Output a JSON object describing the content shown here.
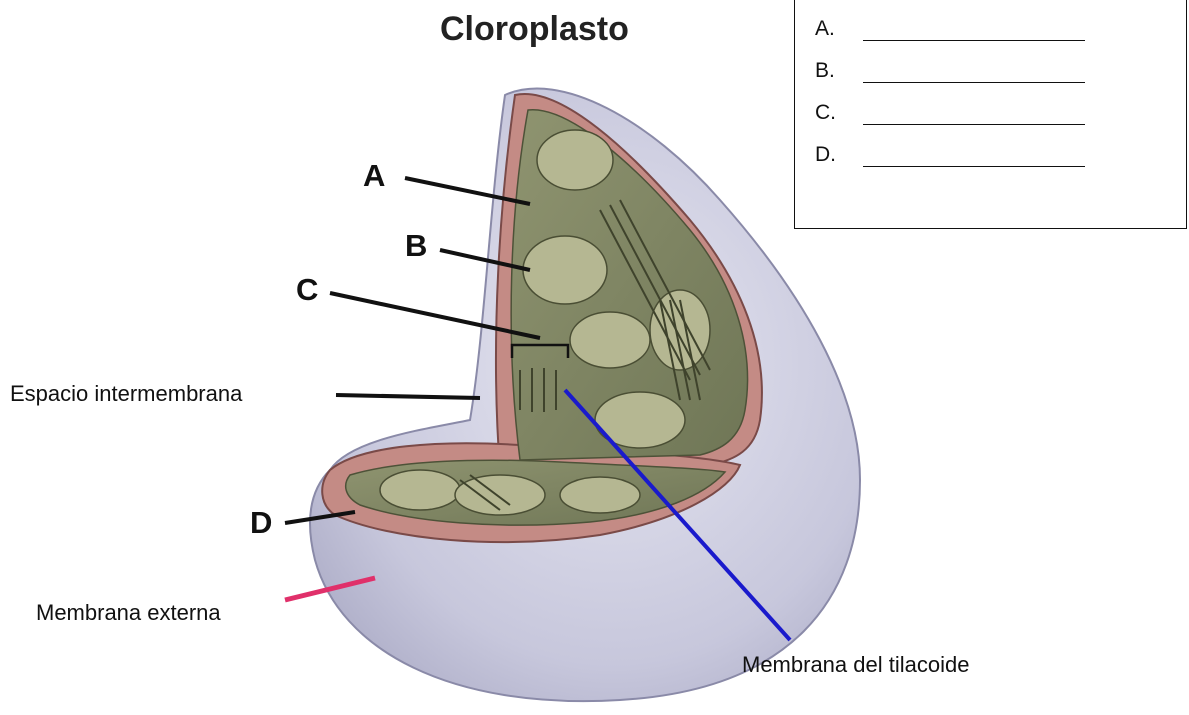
{
  "title": "Cloroplasto",
  "answer_box": {
    "rows": [
      {
        "letter": "A.",
        "blank": ""
      },
      {
        "letter": "B.",
        "blank": ""
      },
      {
        "letter": "C.",
        "blank": ""
      },
      {
        "letter": "D.",
        "blank": ""
      }
    ]
  },
  "labels": {
    "a": "A",
    "b": "B",
    "c": "C",
    "d": "D",
    "espacio": "Espacio intermembrana",
    "externa": "Membrana externa",
    "tilacoide": "Membrana del tilacoide"
  },
  "colors": {
    "outer_membrane": "#c9c9df",
    "inner_membrane": "#b97a75",
    "stroma_fill": "#a9aa86",
    "thylakoid_line_blue": "#1a1acc",
    "externa_line_red": "#e0306a"
  }
}
